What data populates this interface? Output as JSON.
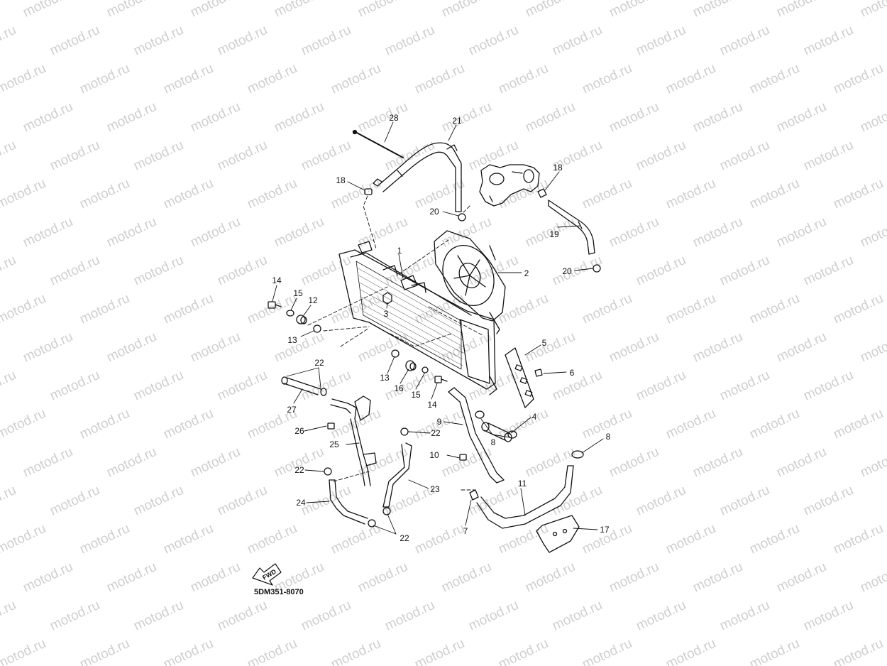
{
  "watermark": {
    "text": "motod.ru",
    "color": "#cfcfcf"
  },
  "diagram": {
    "drawing_code": "5DM351-8070",
    "direction_label": "FWD",
    "line_color": "#111111",
    "callouts": [
      {
        "id": "c28",
        "label": "28"
      },
      {
        "id": "c21",
        "label": "21"
      },
      {
        "id": "c18a",
        "label": "18"
      },
      {
        "id": "c18b",
        "label": "18"
      },
      {
        "id": "c20a",
        "label": "20"
      },
      {
        "id": "c19",
        "label": "19"
      },
      {
        "id": "c20b",
        "label": "20"
      },
      {
        "id": "c1",
        "label": "1"
      },
      {
        "id": "c2",
        "label": "2"
      },
      {
        "id": "c3",
        "label": "3"
      },
      {
        "id": "c14a",
        "label": "14"
      },
      {
        "id": "c15a",
        "label": "15"
      },
      {
        "id": "c12",
        "label": "12"
      },
      {
        "id": "c13a",
        "label": "13"
      },
      {
        "id": "c5",
        "label": "5"
      },
      {
        "id": "c6",
        "label": "6"
      },
      {
        "id": "c22a",
        "label": "22"
      },
      {
        "id": "c13b",
        "label": "13"
      },
      {
        "id": "c16",
        "label": "16"
      },
      {
        "id": "c15b",
        "label": "15"
      },
      {
        "id": "c14b",
        "label": "14"
      },
      {
        "id": "c27",
        "label": "27"
      },
      {
        "id": "c26",
        "label": "26"
      },
      {
        "id": "c22b",
        "label": "22"
      },
      {
        "id": "c9",
        "label": "9"
      },
      {
        "id": "c4",
        "label": "4"
      },
      {
        "id": "c8a",
        "label": "8"
      },
      {
        "id": "c25",
        "label": "25"
      },
      {
        "id": "c10",
        "label": "10"
      },
      {
        "id": "c8b",
        "label": "8"
      },
      {
        "id": "c22c",
        "label": "22"
      },
      {
        "id": "c23",
        "label": "23"
      },
      {
        "id": "c11",
        "label": "11"
      },
      {
        "id": "c24",
        "label": "24"
      },
      {
        "id": "c7",
        "label": "7"
      },
      {
        "id": "c17",
        "label": "17"
      },
      {
        "id": "c22d",
        "label": "22"
      }
    ]
  }
}
